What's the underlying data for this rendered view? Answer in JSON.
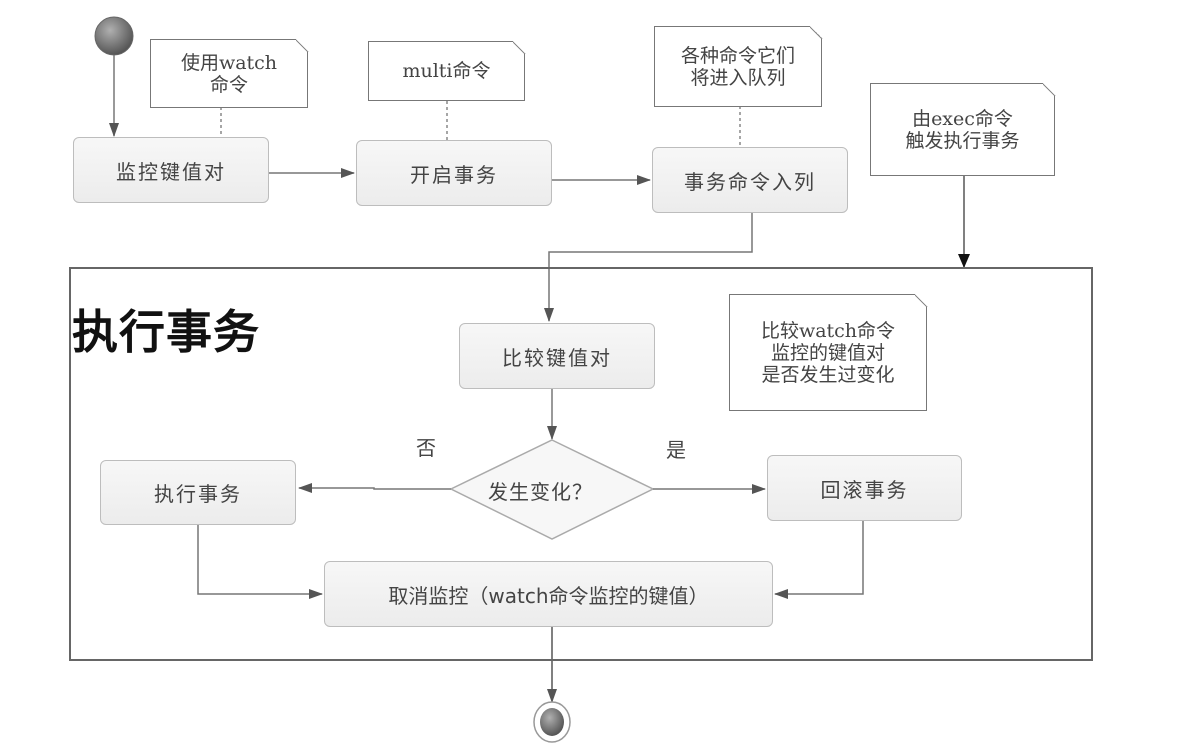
{
  "diagram": {
    "type": "uml-activity",
    "frame_title": "执行事务",
    "actions": {
      "watch_keys": "监控键值对",
      "begin_transaction": "开启事务",
      "enqueue_commands": "事务命令入列",
      "compare_keys": "比较键值对",
      "execute_transaction": "执行事务",
      "rollback_transaction": "回滚事务",
      "unwatch": "取消监控（watch命令监控的键值）"
    },
    "decision": {
      "label": "发生变化？",
      "no_label": "否",
      "yes_label": "是"
    },
    "notes": {
      "watch_cmd": "使用watch\n命令",
      "multi_cmd": "multi命令",
      "queue_cmds": "各种命令它们\n将进入队列",
      "exec_cmd": "由exec命令\n触发执行事务",
      "compare_note": "比较watch命令\n监控的键值对\n是否发生过变化"
    },
    "colors": {
      "line": "#666666",
      "node_fill": "#f2f2f2",
      "node_border": "#bdbdbd",
      "start_node": "#707070"
    }
  }
}
